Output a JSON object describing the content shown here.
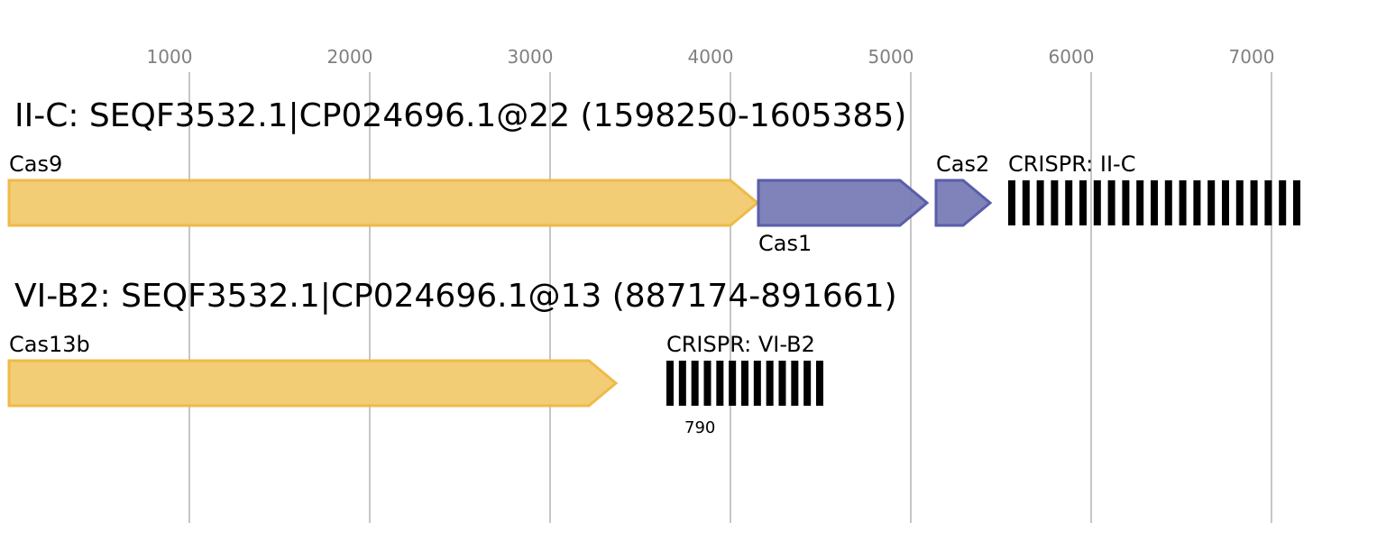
{
  "colors": {
    "background": "#ffffff",
    "gridline": "#b3b3b3",
    "axis_text": "#808080",
    "gene_yellow_fill": "#f2cc72",
    "gene_yellow_stroke": "#efb843",
    "gene_blue_fill": "#7b7fb8",
    "gene_blue_stroke": "#5559a6",
    "crispr": "#000000"
  },
  "axis": {
    "ticks": [
      {
        "label": "1000",
        "pos": 1000
      },
      {
        "label": "2000",
        "pos": 2000
      },
      {
        "label": "3000",
        "pos": 3000
      },
      {
        "label": "4000",
        "pos": 4000
      },
      {
        "label": "5000",
        "pos": 5000
      },
      {
        "label": "6000",
        "pos": 6000
      },
      {
        "label": "7000",
        "pos": 7000
      }
    ]
  },
  "loci": [
    {
      "id": "ii-c",
      "title": "II-C: SEQF3532.1|CP024696.1@22 (1598250-1605385)",
      "features": [
        {
          "kind": "gene",
          "label": "Cas9",
          "label_side": "above",
          "start": 0,
          "end": 4150,
          "color": "yellow"
        },
        {
          "kind": "gene",
          "label": "Cas1",
          "label_side": "below",
          "start": 4155,
          "end": 5090,
          "color": "blue"
        },
        {
          "kind": "gene",
          "label": "Cas2",
          "label_side": "above",
          "start": 5140,
          "end": 5440,
          "color": "blue"
        },
        {
          "kind": "crispr",
          "label": "CRISPR: II-C",
          "label_side": "above",
          "start": 5560,
          "end": 7140,
          "repeats": 21
        }
      ]
    },
    {
      "id": "vi-b2",
      "title": "VI-B2: SEQF3532.1|CP024696.1@13 (887174-891661)",
      "features": [
        {
          "kind": "gene",
          "label": "Cas13b",
          "label_side": "above",
          "start": 0,
          "end": 3365,
          "color": "yellow"
        },
        {
          "kind": "crispr",
          "label": "CRISPR: VI-B2",
          "label_side": "above",
          "start": 3665,
          "end": 4495,
          "repeats": 13,
          "sub_label": "790"
        }
      ]
    }
  ]
}
